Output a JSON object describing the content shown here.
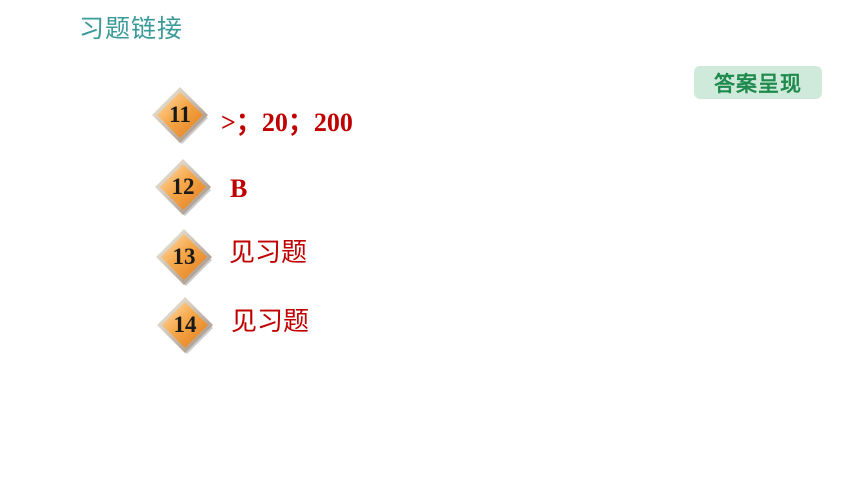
{
  "header": {
    "title": "习题链接",
    "answer_button_label": "答案呈现"
  },
  "items": [
    {
      "number": "11",
      "answer": ">；20；200"
    },
    {
      "number": "12",
      "answer": "B"
    },
    {
      "number": "13",
      "answer": "见习题"
    },
    {
      "number": "14",
      "answer": "见习题"
    }
  ],
  "colors": {
    "title": "#3a9a98",
    "answer_button_bg": "#cfeadb",
    "answer_button_text": "#1f8a4d",
    "answer_text": "#c00000",
    "badge_fill": "#f4a040"
  }
}
